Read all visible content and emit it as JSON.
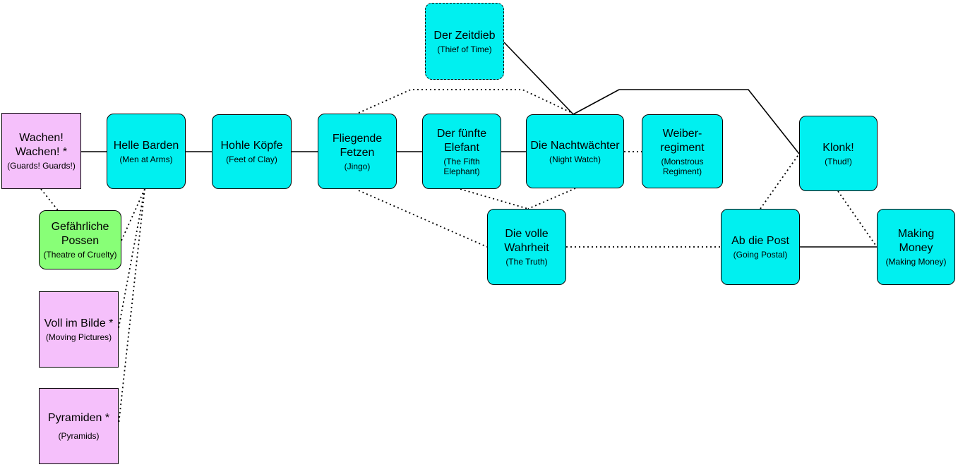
{
  "nodes": {
    "wachen": {
      "title": "Wachen! Wachen! *",
      "sub": "(Guards! Guards!)"
    },
    "possen": {
      "title": "Gefährliche Possen",
      "sub": "(Theatre of Cruelty)"
    },
    "bilde": {
      "title": "Voll im Bilde *",
      "sub": "(Moving Pictures)"
    },
    "pyramiden": {
      "title": "Pyramiden *",
      "sub": "(Pyramids)"
    },
    "barden": {
      "title": "Helle Barden",
      "sub": "(Men at Arms)"
    },
    "koepfe": {
      "title": "Hohle Köpfe",
      "sub": "(Feet of Clay)"
    },
    "fetzen": {
      "title": "Fliegende Fetzen",
      "sub": "(Jingo)"
    },
    "elefant": {
      "title": "Der fünfte Elefant",
      "sub": "(The Fifth Elephant)"
    },
    "zeitdieb": {
      "title": "Der Zeitdieb",
      "sub": "(Thief of Time)"
    },
    "nacht": {
      "title": "Die Nachtwächter",
      "sub": "(Night Watch)"
    },
    "weiber": {
      "title": "Weiber-regiment",
      "sub": "(Monstrous Regiment)"
    },
    "wahrheit": {
      "title": "Die volle Wahrheit",
      "sub": "(The Truth)"
    },
    "post": {
      "title": "Ab die Post",
      "sub": "(Going Postal)"
    },
    "klonk": {
      "title": "Klonk!",
      "sub": "(Thud!)"
    },
    "money": {
      "title": "Making Money",
      "sub": "(Making Money)"
    }
  },
  "colors": {
    "main": "#00f0f0",
    "standalone": "#f5c0fb",
    "play": "#88ff77",
    "line": "#000000"
  }
}
